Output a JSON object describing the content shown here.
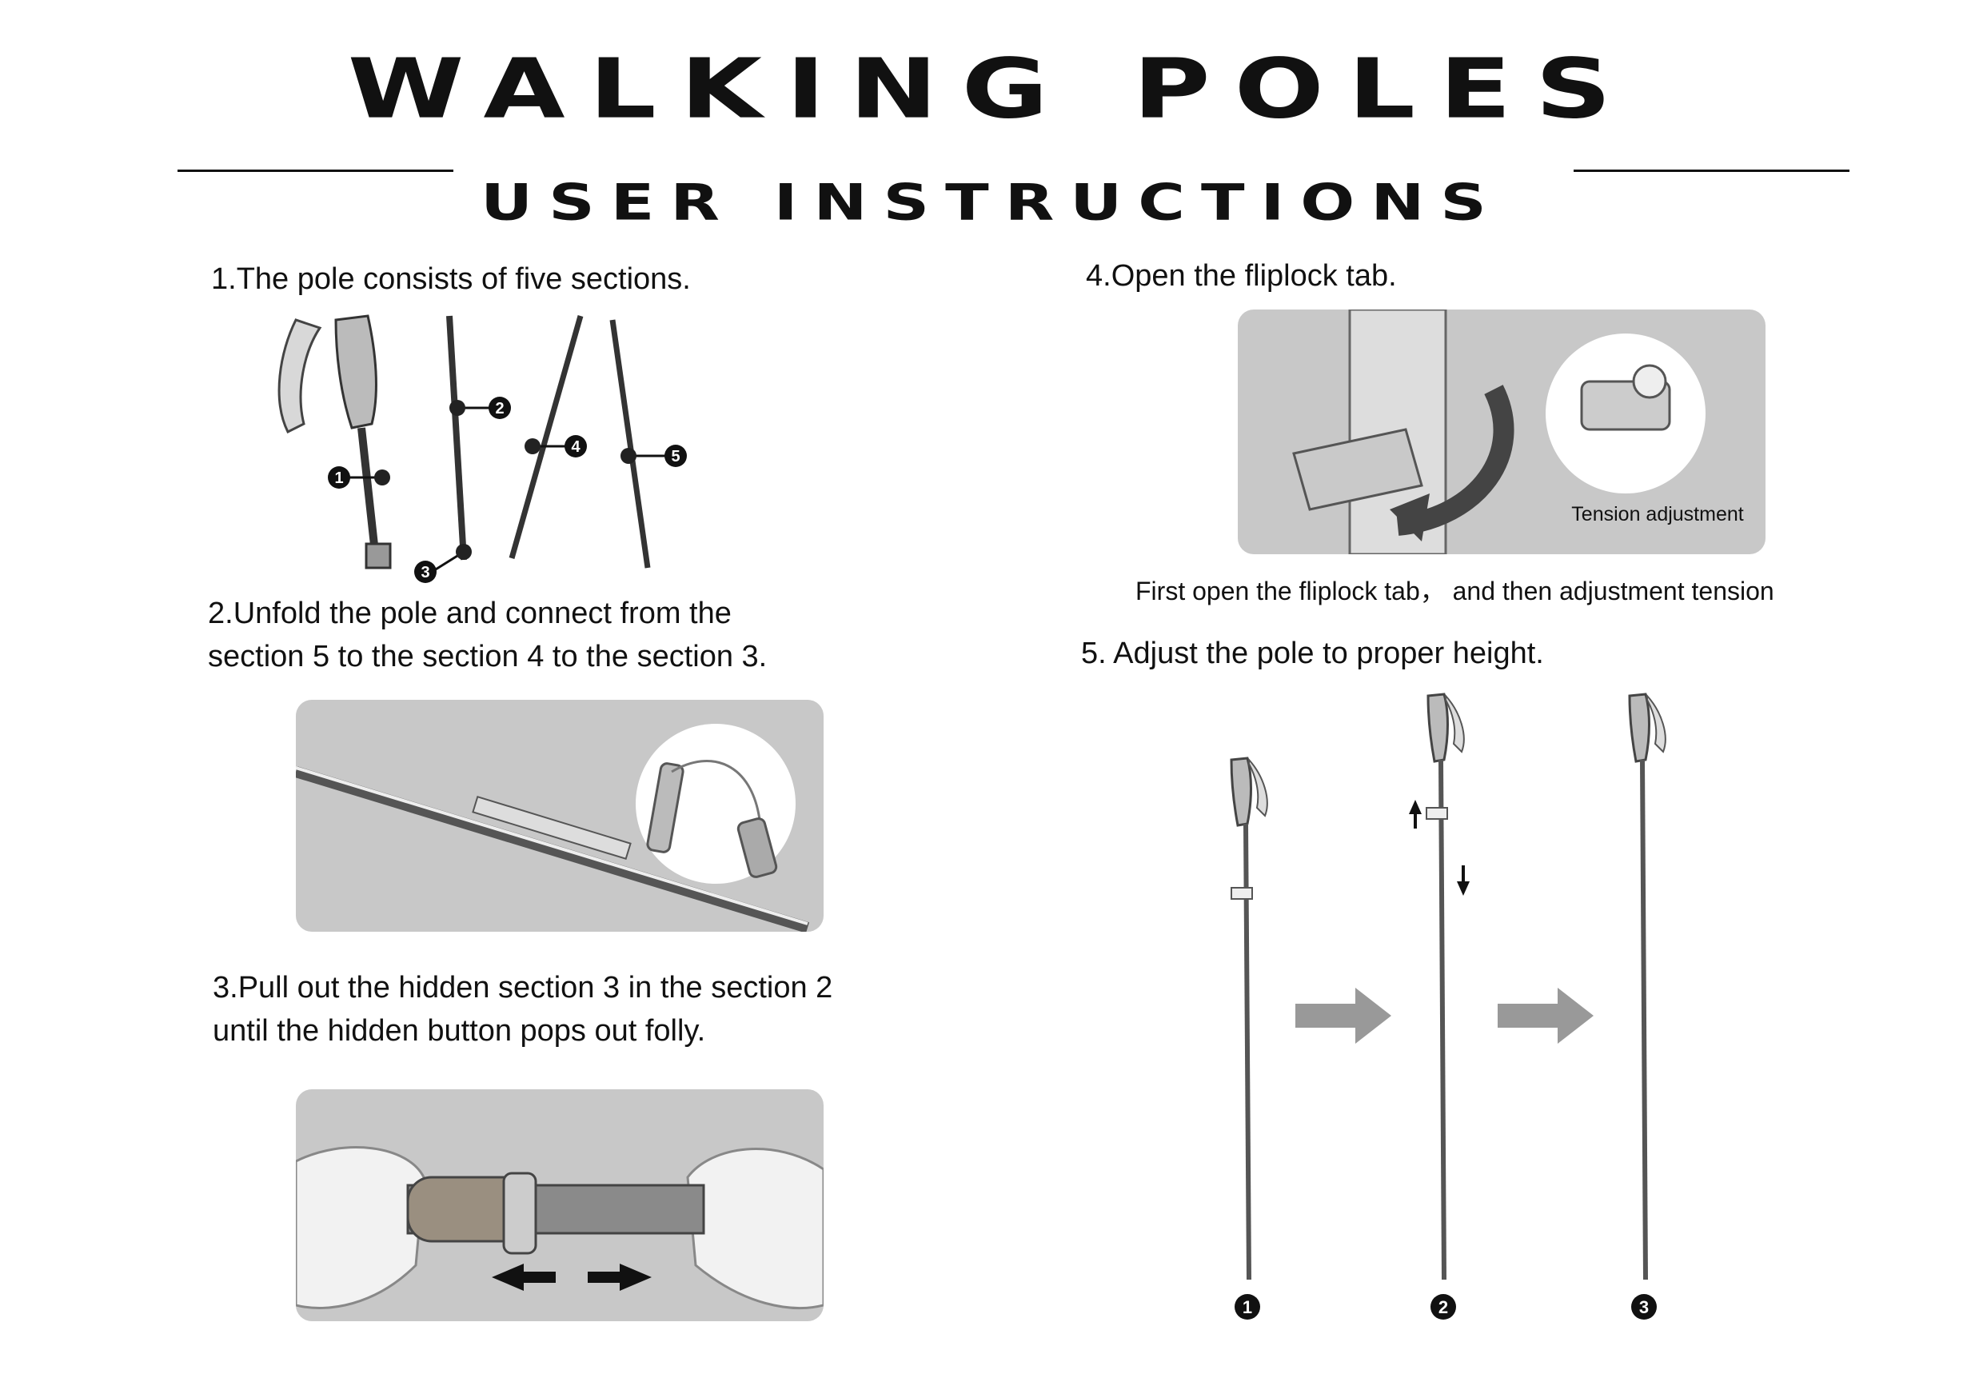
{
  "header": {
    "title": "WALKING POLES",
    "subtitle": "USER INSTRUCTIONS"
  },
  "steps": [
    {
      "text": "1.The pole consists of five sections."
    },
    {
      "line1": "2.Unfold the pole and connect from the",
      "line2": "section 5 to the section 4 to the section 3."
    },
    {
      "line1": "3.Pull out the hidden section 3 in the section 2",
      "line2": "until the hidden button pops out folly."
    },
    {
      "text": "4.Open the fliplock tab."
    },
    {
      "text": "5. Adjust the pole to proper height."
    }
  ],
  "step4": {
    "callout": "Tension adjustment",
    "caption": "First open the fliplock tab， and then adjustment tension"
  },
  "section_markers": [
    "1",
    "2",
    "3",
    "4",
    "5"
  ],
  "height_markers": [
    "1",
    "2",
    "3"
  ],
  "colors": {
    "panel": "#c8c8c8",
    "arrow_gray": "#999999",
    "ink": "#111111"
  }
}
